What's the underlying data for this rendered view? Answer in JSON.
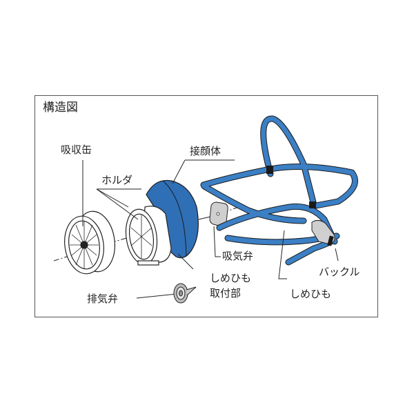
{
  "diagram": {
    "title": "構造図",
    "colors": {
      "mask_blue": "#2f6fb6",
      "strap_blue": "#3b7fc4",
      "valve_gray": "#cfcfcf",
      "outline": "#1a1a1a"
    },
    "labels": {
      "canister": "吸収缶",
      "holder": "ホルダ",
      "face_piece": "接顔体",
      "inhalation_valve": "吸気弁",
      "strap_mount_line1": "しめひも",
      "strap_mount_line2": "取付部",
      "exhalation_valve": "排気弁",
      "buckle": "バックル",
      "strap": "しめひも"
    }
  }
}
